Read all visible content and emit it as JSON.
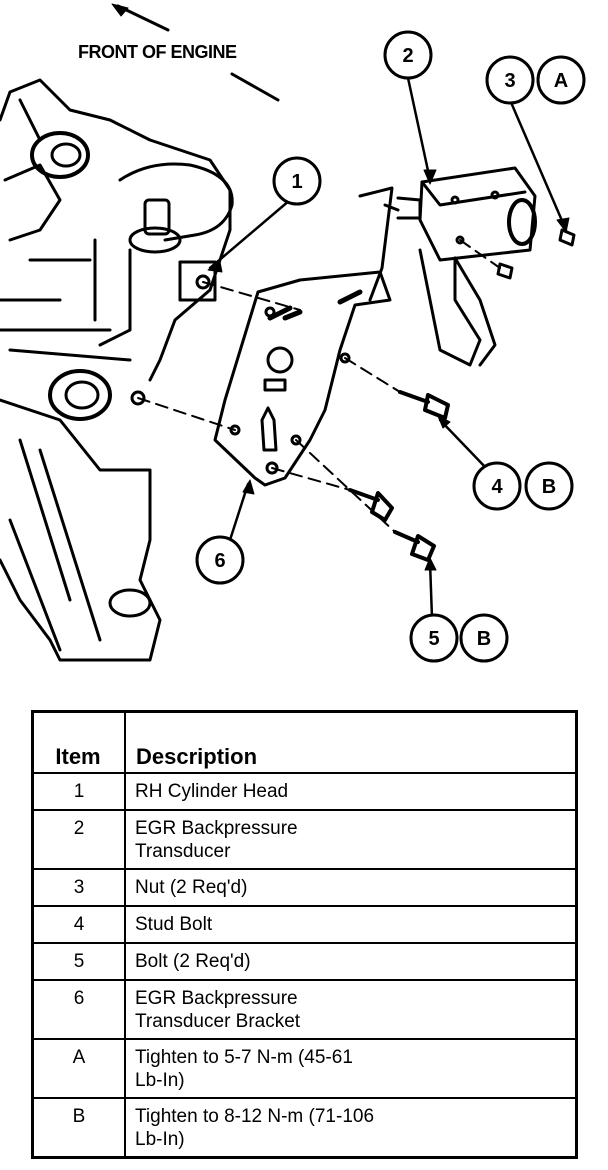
{
  "orientation_label": "FRONT OF ENGINE",
  "callouts": [
    {
      "id": "c1",
      "text": "1"
    },
    {
      "id": "c2",
      "text": "2"
    },
    {
      "id": "c3",
      "text": "3"
    },
    {
      "id": "cA",
      "text": "A"
    },
    {
      "id": "c4",
      "text": "4"
    },
    {
      "id": "cB1",
      "text": "B"
    },
    {
      "id": "c5",
      "text": "5"
    },
    {
      "id": "cB2",
      "text": "B"
    },
    {
      "id": "c6",
      "text": "6"
    }
  ],
  "table": {
    "headers": [
      "Item",
      "Description"
    ],
    "rows": [
      {
        "item": "1",
        "desc": [
          "RH Cylinder Head"
        ]
      },
      {
        "item": "2",
        "desc": [
          "EGR Backpressure",
          "Transducer"
        ]
      },
      {
        "item": "3",
        "desc": [
          "Nut (2 Req'd)"
        ]
      },
      {
        "item": "4",
        "desc": [
          "Stud Bolt"
        ]
      },
      {
        "item": "5",
        "desc": [
          "Bolt (2 Req'd)"
        ]
      },
      {
        "item": "6",
        "desc": [
          "EGR Backpressure",
          "Transducer Bracket"
        ]
      },
      {
        "item": "A",
        "desc": [
          "Tighten to 5-7 N-m (45-61",
          "Lb-In)"
        ]
      },
      {
        "item": "B",
        "desc": [
          "Tighten to 8-12 N-m (71-106",
          "Lb-In)"
        ]
      }
    ]
  }
}
